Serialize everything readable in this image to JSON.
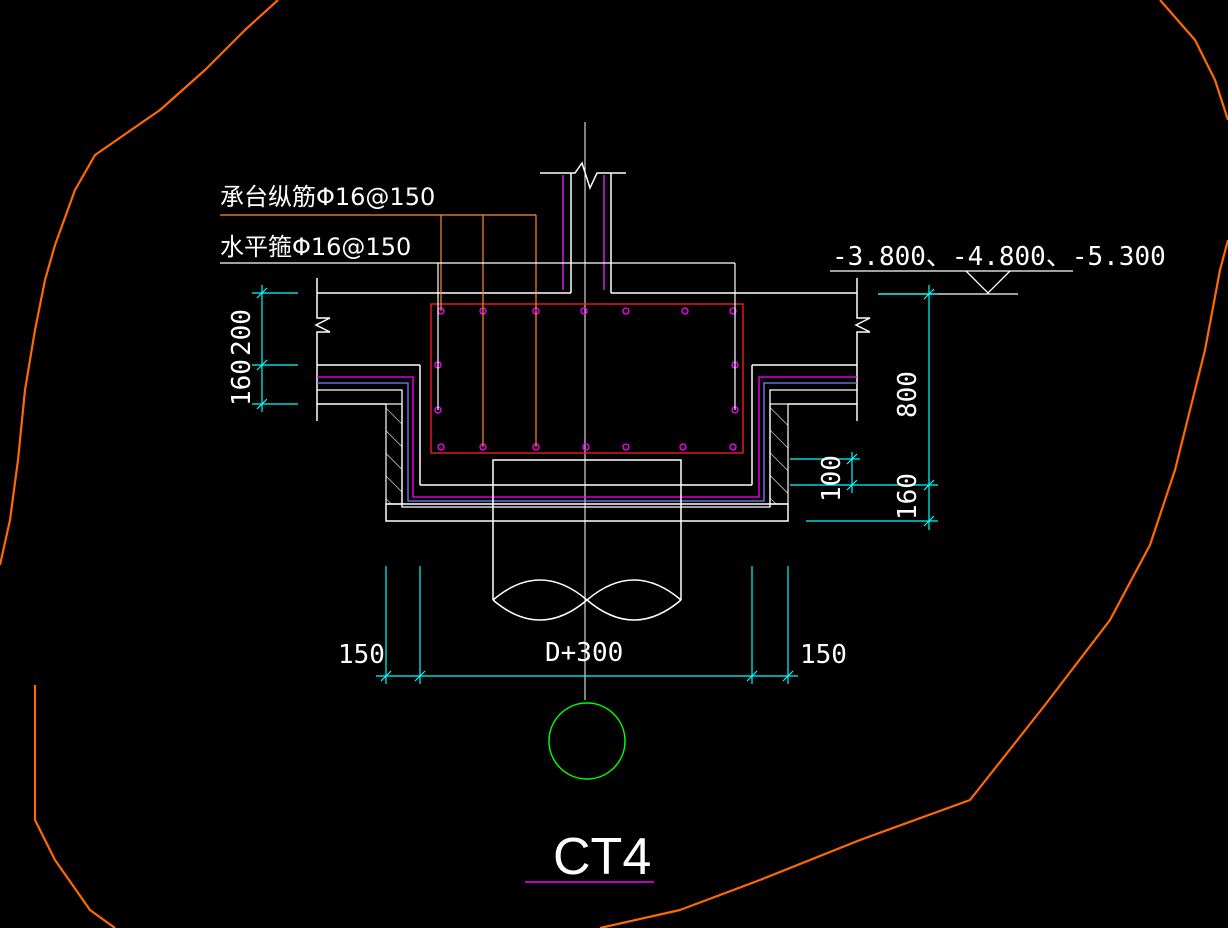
{
  "labels": {
    "longitudinal_rebar": "承台纵筋Φ16@150",
    "horizontal_stirrup": "水平箍Φ16@150",
    "elevations": "-3.800、-4.800、-5.300"
  },
  "dimensions": {
    "top_slab": "200",
    "bottom_slab": "160",
    "cap_height": "800",
    "cushion_top": "100",
    "cushion_bottom": "160",
    "left_offset": "150",
    "pile_width": "D+300",
    "right_offset": "150"
  },
  "title": "CT4",
  "colors": {
    "background": "#000000",
    "structure": "#ffffff",
    "dimension": "#00ffff",
    "rebar_cage": "#ff2020",
    "rebar_dots": "#ff00ff",
    "waterproof": "#ff00ff",
    "leader": "#ff8c32",
    "boundary": "#ff6a00",
    "pile_symbol": "#00ff00",
    "title_underline": "#ff00ff"
  }
}
